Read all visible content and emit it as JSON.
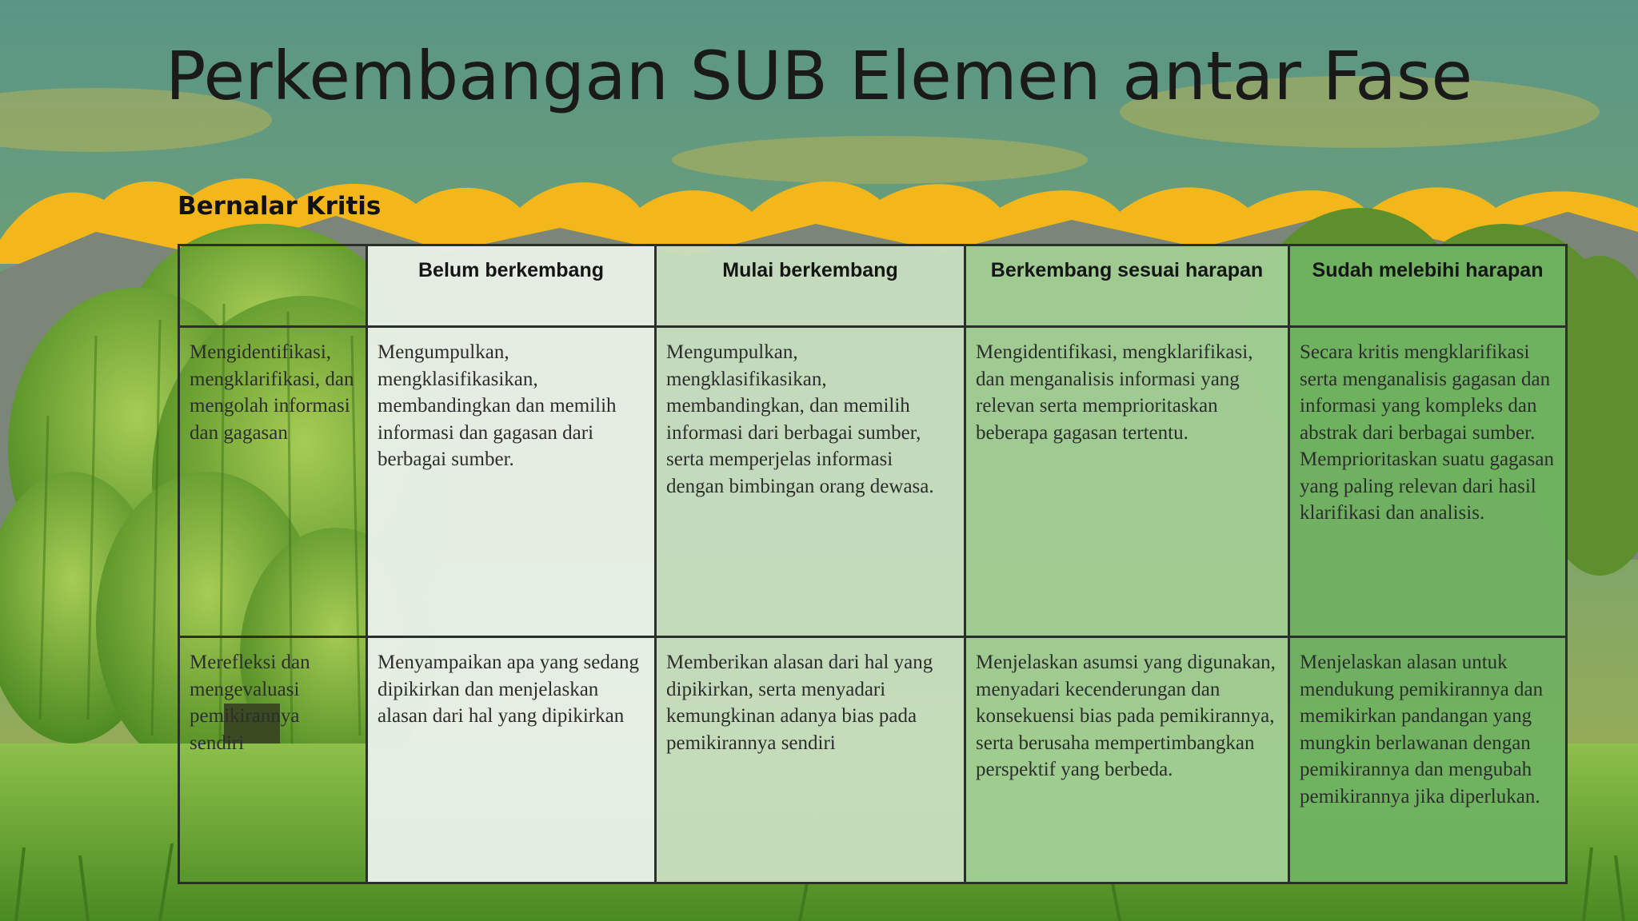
{
  "slide": {
    "title": "Perkembangan SUB Elemen antar Fase",
    "subtitle": "Bernalar Kritis"
  },
  "table": {
    "columns": [
      "",
      "Belum berkembang",
      "Mulai berkembang",
      "Berkembang sesuai harapan",
      "Sudah melebihi harapan"
    ],
    "rows": [
      {
        "label": "Mengidentifikasi, mengklarifikasi, dan mengolah informasi dan gagasan",
        "cells": [
          "Mengumpulkan, mengklasifikasikan, membandingkan dan memilih informasi dan gagasan dari berbagai sumber.",
          "Mengumpulkan, mengklasifikasikan, membandingkan, dan memilih informasi dari berbagai sumber, serta memperjelas informasi dengan bimbingan orang dewasa.",
          "Mengidentifikasi, mengklarifikasi, dan menganalisis informasi yang relevan serta memprioritaskan beberapa gagasan tertentu.",
          "Secara kritis mengklarifikasi serta menganalisis gagasan dan informasi yang kompleks dan abstrak dari berbagai sumber. Memprioritaskan suatu gagasan yang paling relevan dari hasil klarifikasi dan analisis."
        ]
      },
      {
        "label": "Merefleksi dan mengevaluasi pemikirannya sendiri",
        "cells": [
          "Menyampaikan apa yang sedang dipikirkan dan menjelaskan alasan dari hal yang dipikirkan",
          "Memberikan alasan dari hal yang dipikirkan, serta menyadari kemungkinan adanya bias pada pemikirannya sendiri",
          "Menjelaskan asumsi yang digunakan, menyadari kecenderungan dan konsekuensi bias pada pemikirannya, serta berusaha mempertimbangkan perspektif yang berbeda.",
          "Menjelaskan alasan untuk mendukung pemikirannya dan memikirkan pandangan yang mungkin berlawanan dengan pemikirannya dan mengubah pemikirannya jika diperlukan."
        ]
      }
    ]
  },
  "colors": {
    "sky": "#5f9a86",
    "clouds": "#f2b81a",
    "mountains": "#7d8a7d",
    "tree": "#7fae3c",
    "grass": "#6ea834",
    "col1": "#e8f1e6",
    "col2": "#c6ddbe",
    "col3": "#a0cc92",
    "col4": "#6eb260"
  },
  "background_icons": [
    "cloud-illustration",
    "mountain-illustration",
    "willow-tree-illustration",
    "grass-illustration"
  ]
}
